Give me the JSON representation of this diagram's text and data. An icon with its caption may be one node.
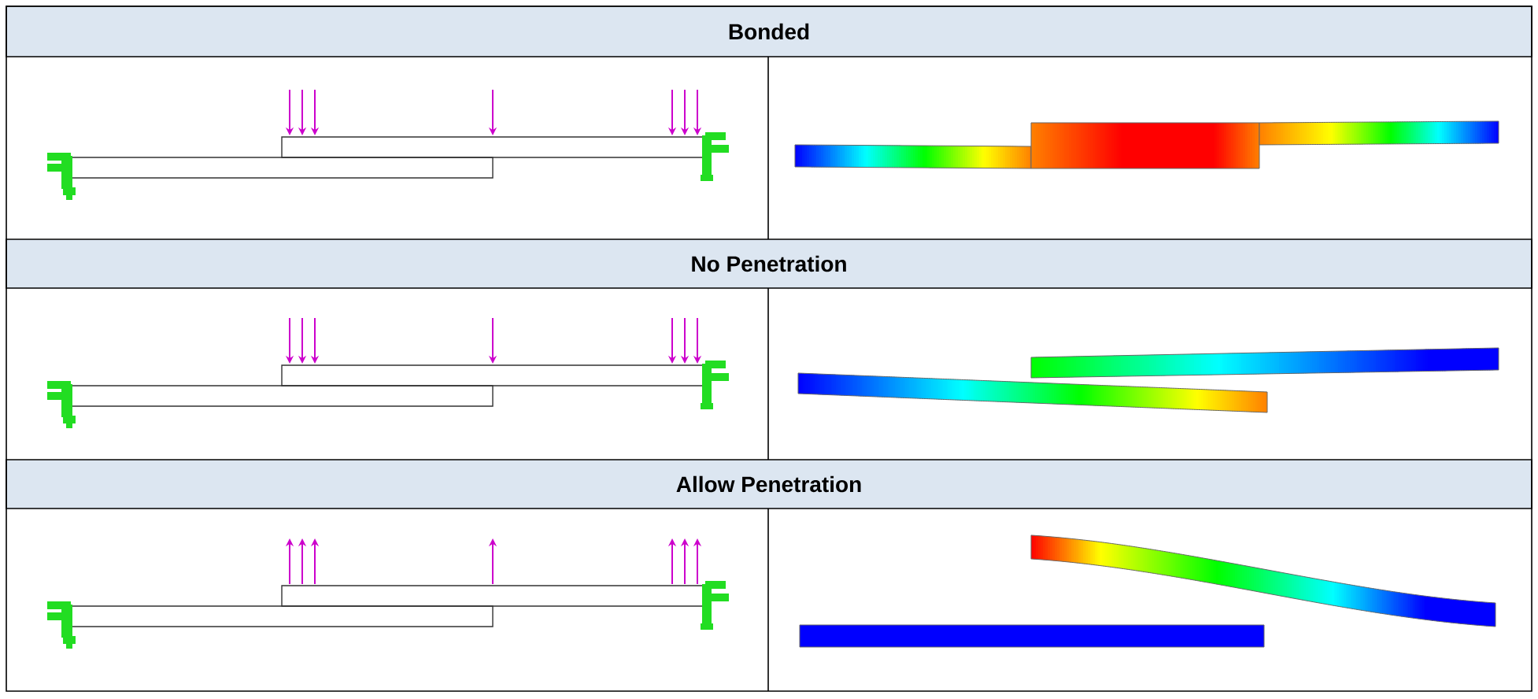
{
  "diagram": {
    "labels": [
      "Bonded",
      "No Penetration",
      "Allow Penetration"
    ]
  }
}
